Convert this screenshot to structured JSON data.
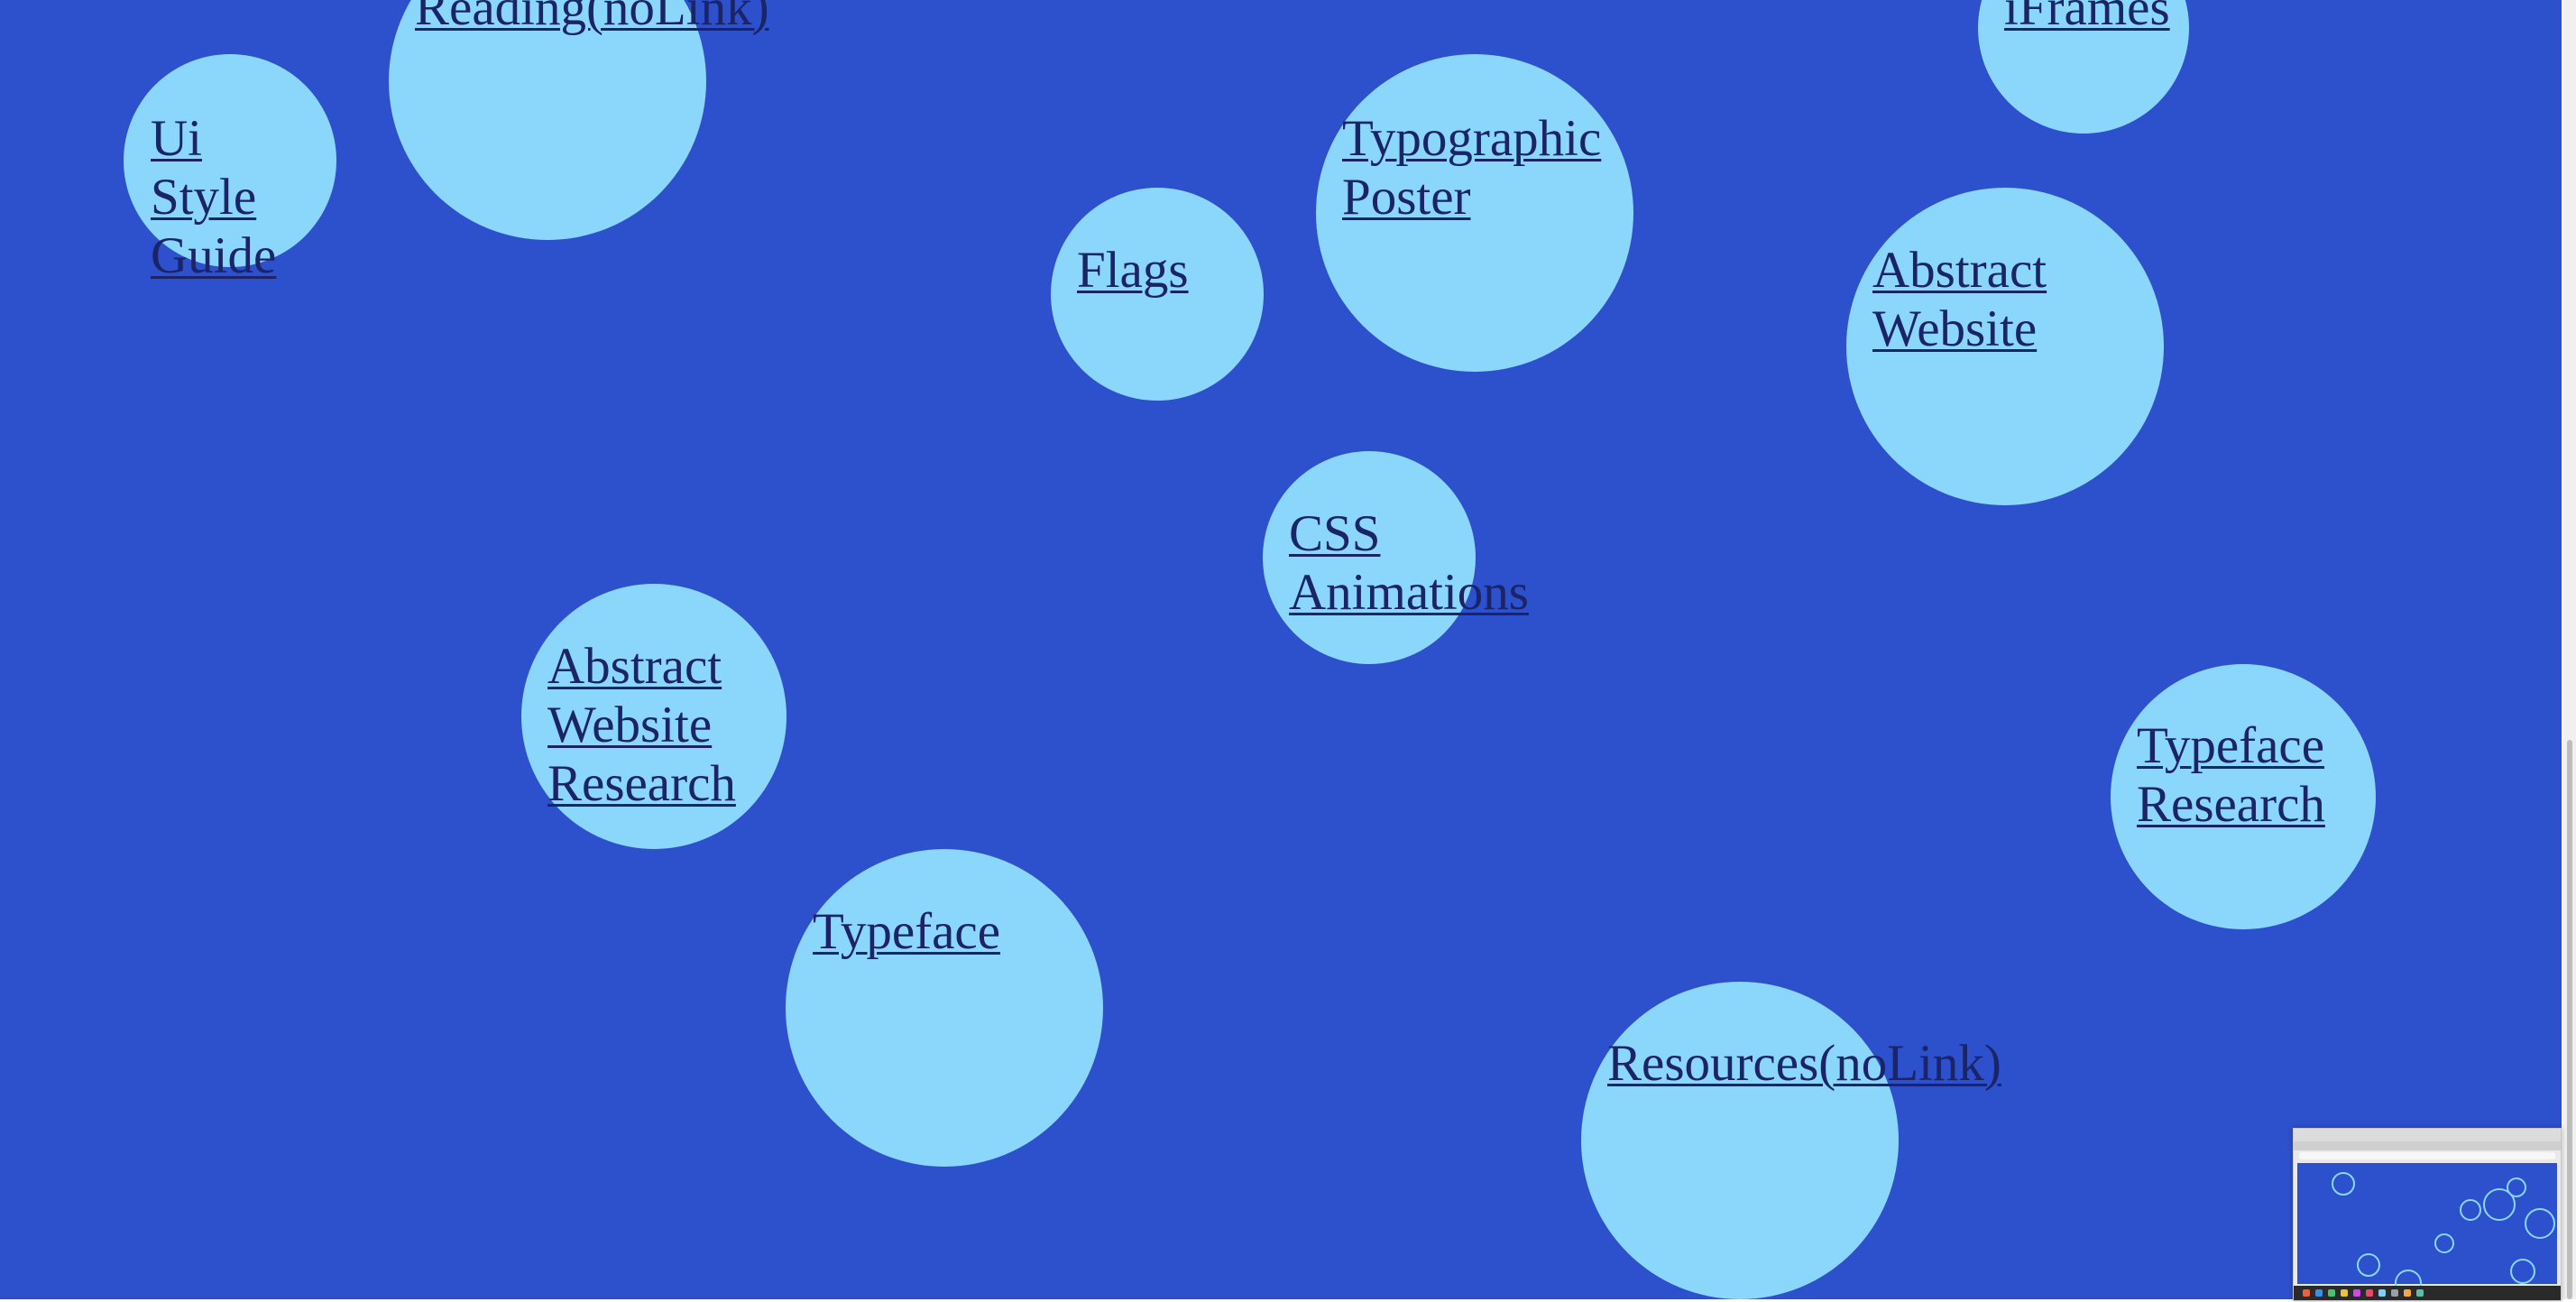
{
  "page": {
    "background_color": "#2d50cc",
    "bubble_color": "#8bd6fb",
    "link_color": "#1a2466"
  },
  "bubbles": [
    {
      "id": "reading",
      "lines": [
        "Reading(noLink)"
      ]
    },
    {
      "id": "ui-style-guide",
      "lines": [
        "Ui",
        "Style",
        "Guide"
      ]
    },
    {
      "id": "iframes",
      "lines": [
        "iFrames"
      ]
    },
    {
      "id": "typographic-poster",
      "lines": [
        "Typographic",
        "Poster"
      ]
    },
    {
      "id": "flags",
      "lines": [
        "Flags"
      ]
    },
    {
      "id": "abstract-website",
      "lines": [
        "Abstract",
        "Website"
      ]
    },
    {
      "id": "css-animations",
      "lines": [
        "CSS",
        "Animations"
      ]
    },
    {
      "id": "abstract-website-research",
      "lines": [
        "Abstract",
        "Website",
        "Research"
      ]
    },
    {
      "id": "typeface-research",
      "lines": [
        "Typeface",
        "Research"
      ]
    },
    {
      "id": "typeface",
      "lines": [
        "Typeface"
      ]
    },
    {
      "id": "resources",
      "lines": [
        "Resources(noLink)"
      ]
    }
  ]
}
